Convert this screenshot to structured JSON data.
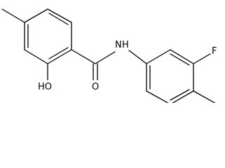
{
  "molecule": {
    "atom_labels": {
      "hydroxyl": "HO",
      "carbonyl_oxygen": "O",
      "amide_nitrogen": "N",
      "amide_hydrogen": "H",
      "fluorine": "F"
    }
  }
}
